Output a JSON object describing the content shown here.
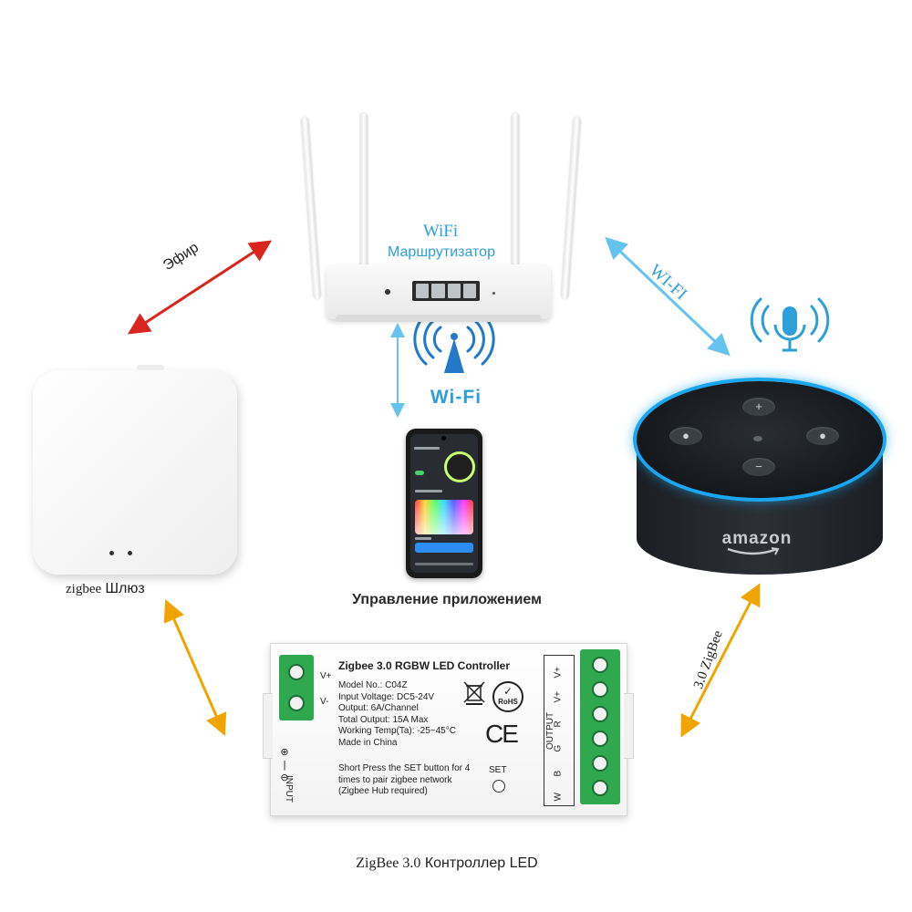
{
  "router": {
    "line1": "WiFi",
    "line2": "Маршрутизатор",
    "wifi_label": "Wi-Fi"
  },
  "links": {
    "ether": "Эфир",
    "wifi_right": "WI-FI",
    "zigbee_right": "3.0 ZigBee"
  },
  "gateway": {
    "brand": "zigbee",
    "name": "Шлюз"
  },
  "phone": {
    "caption": "Управление приложением"
  },
  "echo": {
    "brand": "amazon"
  },
  "controller": {
    "title": "Zigbee 3.0 RGBW LED Controller",
    "specs": [
      "Model No.: C04Z",
      "Input Voltage: DC5-24V",
      "Output: 6A/Channel",
      "Total Output: 15A Max",
      "Working Temp(Ta): -25~45°C",
      "Made in China"
    ],
    "pair_text": [
      "Short Press the SET button for 4",
      "times to pair zigbee network",
      "(Zigbee Hub required)"
    ],
    "set_label": "SET",
    "input_label": "INPUT",
    "output_label": "OUTPUT",
    "vplus": "V+",
    "vminus": "V-",
    "output_pins": [
      "V+",
      "V+",
      "R",
      "G",
      "B",
      "W"
    ],
    "rohs": "RoHS",
    "ce": "CE",
    "caption_serif": "ZigBee 3.0",
    "caption_sans": "Контроллер LED"
  },
  "colors": {
    "accent_blue": "#2e9fd8",
    "arrow_red": "#d9251d",
    "arrow_orange": "#f0a400",
    "arrow_light_blue": "#66c3ef",
    "terminal_green": "#2fa84f"
  }
}
